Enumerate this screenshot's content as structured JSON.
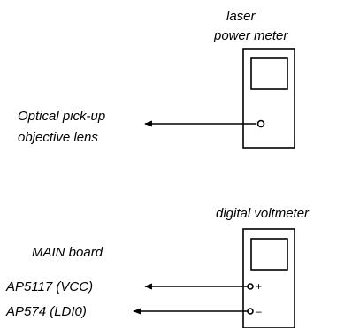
{
  "diagram": {
    "power_meter": {
      "title_line1": "laser",
      "title_line2": "power meter"
    },
    "optical_label_line1": "Optical pick-up",
    "optical_label_line2": "objective lens",
    "voltmeter": {
      "title": "digital voltmeter",
      "plus_symbol": "+",
      "minus_symbol": "–"
    },
    "main_board_label": "MAIN board",
    "vcc_label": "AP5117 (VCC)",
    "ldi_label": "AP574 (LDI0)"
  }
}
